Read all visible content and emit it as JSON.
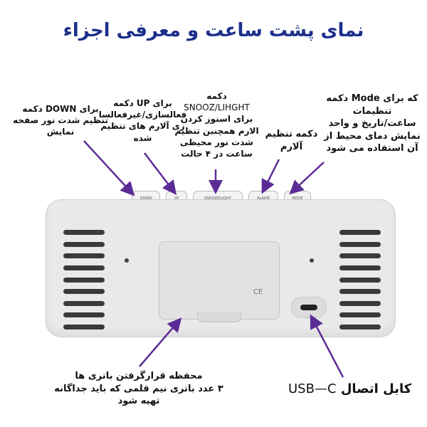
{
  "title": "نمای پشت ساعت و معرفی اجزاء",
  "callouts": {
    "down": [
      "برای DOWN دکمه",
      "تنظیم شدت نور صفحه",
      "نمایش"
    ],
    "up": [
      "برای UP دکمه",
      "فعالسازی/غیرفعالسا",
      "زی آلارم های تنظیم",
      "شده"
    ],
    "snooze": [
      "دکمه",
      "SNOOZ/LIHGHT",
      "برای اسنوز کردن",
      "الارم همچنین تنظیم",
      "شدت نور محیطی",
      "ساعت در ۴ حالت"
    ],
    "alarm": [
      "دکمه تنظیم",
      "آلارم"
    ],
    "mode": [
      "که برای Mode دکمه",
      "تنظیمات",
      "ساعت/تاریخ و واحد",
      "نمایش دمای محیط از",
      "آن استفاده می شود"
    ],
    "battery": [
      "محفظه قرارگرفتن باتری ها",
      "۳ عدد باتری نیم قلمی که باید جداگانه",
      "تهیه شود"
    ],
    "usb_label_fa": "کابل اتصال",
    "usb_label_en": "USB—C"
  },
  "buttons": [
    "DOWN",
    "UP",
    "SNOOZE/LIGHT",
    "ALARM",
    "MODE"
  ],
  "device": {
    "ce_mark": "CE"
  },
  "colors": {
    "title": "#1d2f8a",
    "arrow": "#5b2c96"
  }
}
